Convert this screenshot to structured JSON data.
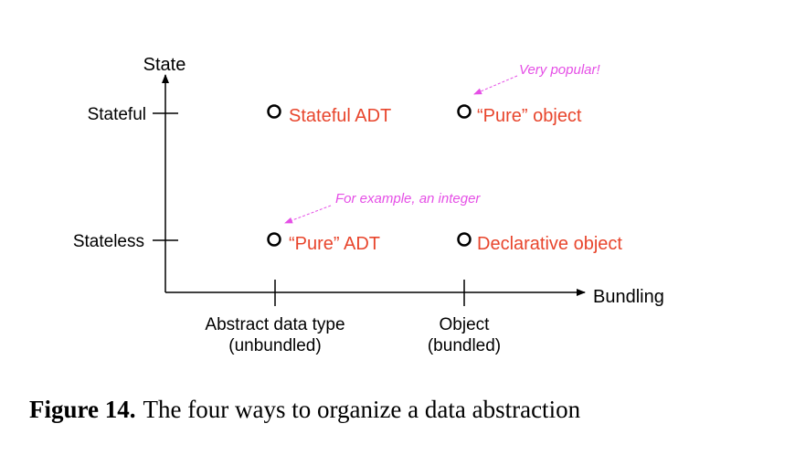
{
  "axes": {
    "y_label": "State",
    "x_label": "Bundling",
    "y_ticks": [
      "Stateful",
      "Stateless"
    ],
    "x_ticks": [
      {
        "line1": "Abstract data type",
        "line2": "(unbundled)"
      },
      {
        "line1": "Object",
        "line2": "(bundled)"
      }
    ]
  },
  "points": [
    {
      "label": "Stateful ADT"
    },
    {
      "label": "“Pure” object"
    },
    {
      "label": "“Pure” ADT"
    },
    {
      "label": "Declarative object"
    }
  ],
  "annotations": [
    {
      "text": "Very popular!"
    },
    {
      "text": "For example, an integer"
    }
  ],
  "caption": {
    "number": "Figure 14.",
    "text": "The four ways to organize a data abstraction"
  },
  "colors": {
    "point_label": "#e8452c",
    "annotation": "#e54fe6",
    "axis": "#000000"
  }
}
